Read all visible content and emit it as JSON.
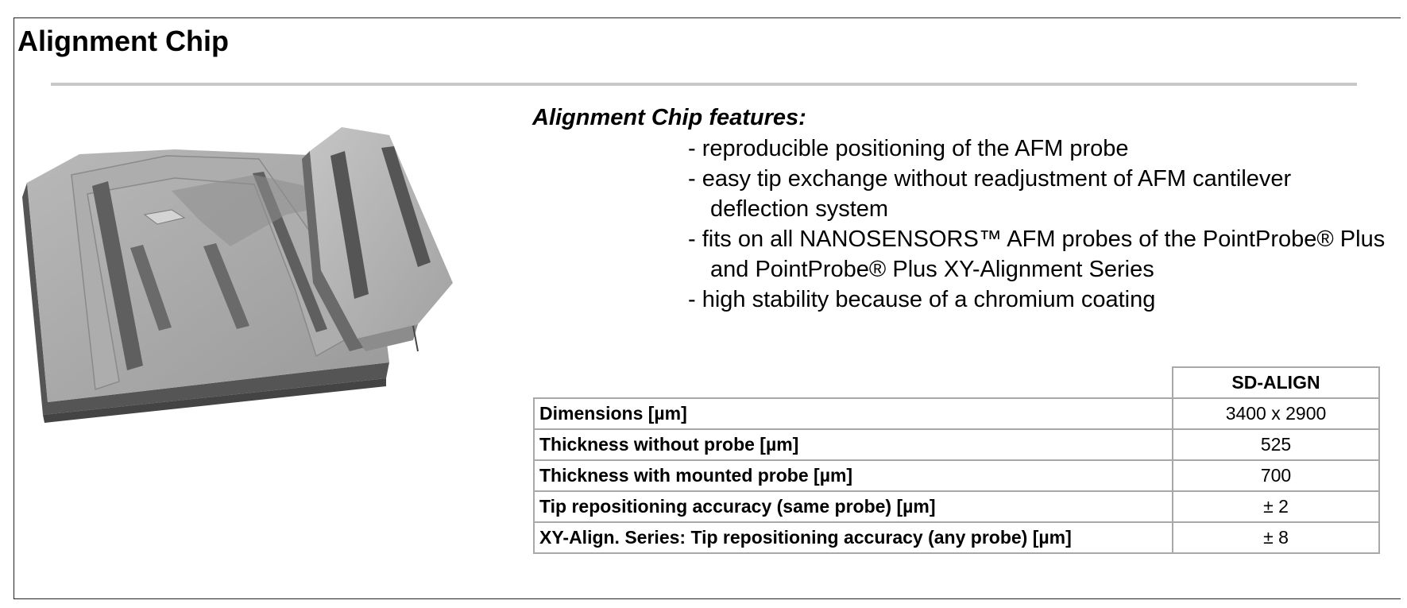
{
  "title": "Alignment Chip",
  "features": {
    "heading": "Alignment Chip features:",
    "items": [
      "- reproducible positioning of the AFM probe",
      "- easy tip exchange without readjustment of AFM cantilever deflection system",
      "- fits on all NANOSENSORS™ AFM probes of the PointProbe® Plus and PointProbe® Plus XY-Alignment Series",
      "- high stability because of a chromium coating"
    ]
  },
  "table": {
    "column_header": "SD-ALIGN",
    "rows": [
      {
        "label": "Dimensions [µm]",
        "value": "3400 x 2900"
      },
      {
        "label": "Thickness without probe [µm]",
        "value": "525"
      },
      {
        "label": "Thickness with mounted probe [µm]",
        "value": "700"
      },
      {
        "label": "Tip repositioning accuracy (same probe) [µm]",
        "value": "± 2"
      },
      {
        "label": "XY-Align. Series: Tip repositioning accuracy (any probe) [µm]",
        "value": "± 8"
      }
    ]
  }
}
